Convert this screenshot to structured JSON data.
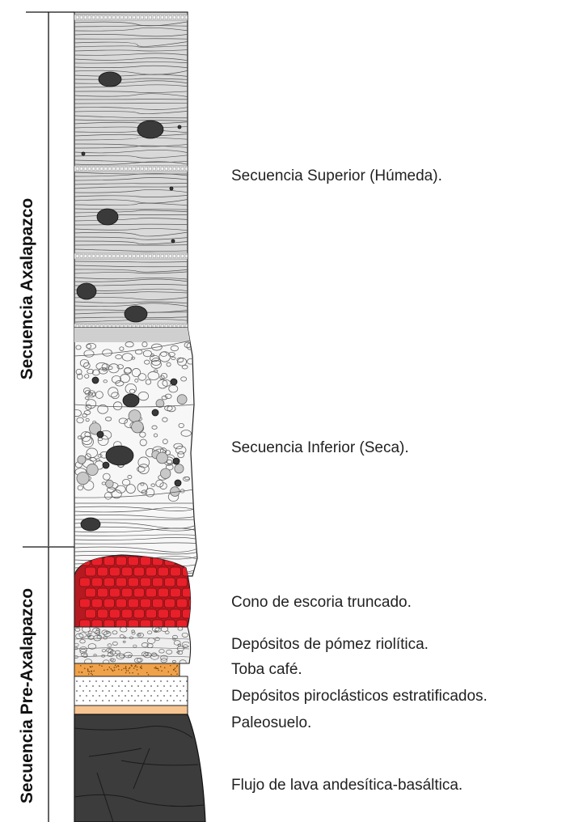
{
  "sequences": {
    "axalapazco": "Secuencia Axalapazco",
    "pre_axalapazco": "Secuencia Pre-Axalapazco"
  },
  "layers": [
    {
      "id": "secuencia-superior",
      "label": "Secuencia Superior (Húmeda).",
      "pattern": "laminated-gray-with-clasts"
    },
    {
      "id": "secuencia-inferior",
      "label": "Secuencia Inferior (Seca).",
      "pattern": "breccia-white-with-clasts"
    },
    {
      "id": "cono-escoria",
      "label": "Cono de escoria truncado.",
      "pattern": "red-scoria"
    },
    {
      "id": "pomez-riolitica",
      "label": "Depósitos de pómez riolítica.",
      "pattern": "pumice"
    },
    {
      "id": "toba-cafe",
      "label": "Toba café.",
      "pattern": "orange-dotted"
    },
    {
      "id": "piroclasticos",
      "label": "Depósitos piroclásticos estratificados.",
      "pattern": "stratified-dots"
    },
    {
      "id": "paleosuelo",
      "label": "Paleosuelo.",
      "pattern": "peach-solid"
    },
    {
      "id": "lava",
      "label": "Flujo de lava andesítica-basáltica.",
      "pattern": "dark-lava"
    }
  ],
  "colors": {
    "scoria": "#e8202a",
    "toba": "#f0a24a",
    "paleosuelo": "#f7c592",
    "lava": "#3c3c3c",
    "superior_fill": "#d6d6d6",
    "clast": "#3a3a3a"
  }
}
